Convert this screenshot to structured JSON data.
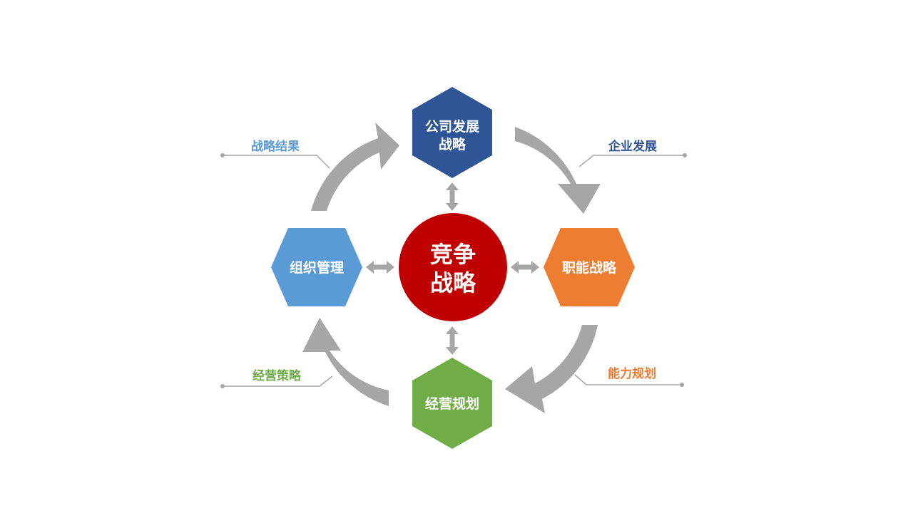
{
  "center": {
    "line1": "竞争",
    "line2": "战略",
    "color": "#c00000"
  },
  "nodes": {
    "top": {
      "line1": "公司发展",
      "line2": "战略",
      "color": "#2f5597"
    },
    "right": {
      "line1": "职能战略",
      "color": "#ed7d31"
    },
    "bottom": {
      "line1": "经营规划",
      "color": "#70ad47"
    },
    "left": {
      "line1": "组织管理",
      "color": "#5b9bd5"
    }
  },
  "labels": {
    "top_left": {
      "text": "战略结果",
      "color": "#5b9bd5"
    },
    "top_right": {
      "text": "企业发展",
      "color": "#2f5597"
    },
    "bottom_right": {
      "text": "能力规划",
      "color": "#ed7d31"
    },
    "bottom_left": {
      "text": "经营策略",
      "color": "#70ad47"
    }
  },
  "colors": {
    "arrow": "#a6a6a6",
    "connector": "#a6a6a6"
  }
}
